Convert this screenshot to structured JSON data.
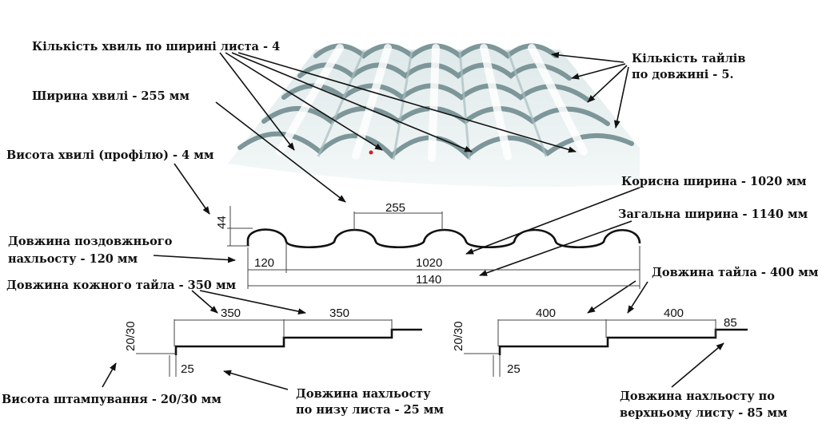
{
  "labels": {
    "waves_count": "Кількість хвиль по ширині листа - 4",
    "wave_width": "Ширина хвилі - 255 мм",
    "wave_height": "Висота хвилі (профілю) - 4 мм",
    "tiles_count_line1": "Кількість тайлів",
    "tiles_count_line2": "по довжині - 5.",
    "useful_width": "Корисна ширина - 1020 мм",
    "total_width": "Загальна ширина - 1140 мм",
    "overlap_line1": "Довжина поздовжнього",
    "overlap_line2": "нахльосту - 120 мм",
    "tile_length_each": "Довжина кожного тайла - 350 мм",
    "tile_length": "Довжина тайла - 400 мм",
    "stamp_height": "Висота штампування - 20/30 мм",
    "bottom_overlap_line1": "Довжина нахльосту",
    "bottom_overlap_line2": "по низу листа - 25 мм",
    "top_overlap_line1": "Довжина нахльосту по",
    "top_overlap_line2": "верхньому листу - 85 мм"
  },
  "dimensions": {
    "profile_height": "44",
    "wave_pitch": "255",
    "overlap": "120",
    "useful": "1020",
    "total": "1140",
    "left_stamp": "20/30",
    "left_tile_1": "350",
    "left_tile_2": "350",
    "left_step": "25",
    "right_stamp": "20/30",
    "right_tile_1": "400",
    "right_tile_2": "400",
    "right_top": "85",
    "right_step": "25"
  },
  "colors": {
    "sheet_light": "#eef4f4",
    "sheet_mid": "#c9d9dc",
    "sheet_dark": "#7d9699",
    "profile_line": "#111111",
    "marker_dot": "#d42020"
  }
}
